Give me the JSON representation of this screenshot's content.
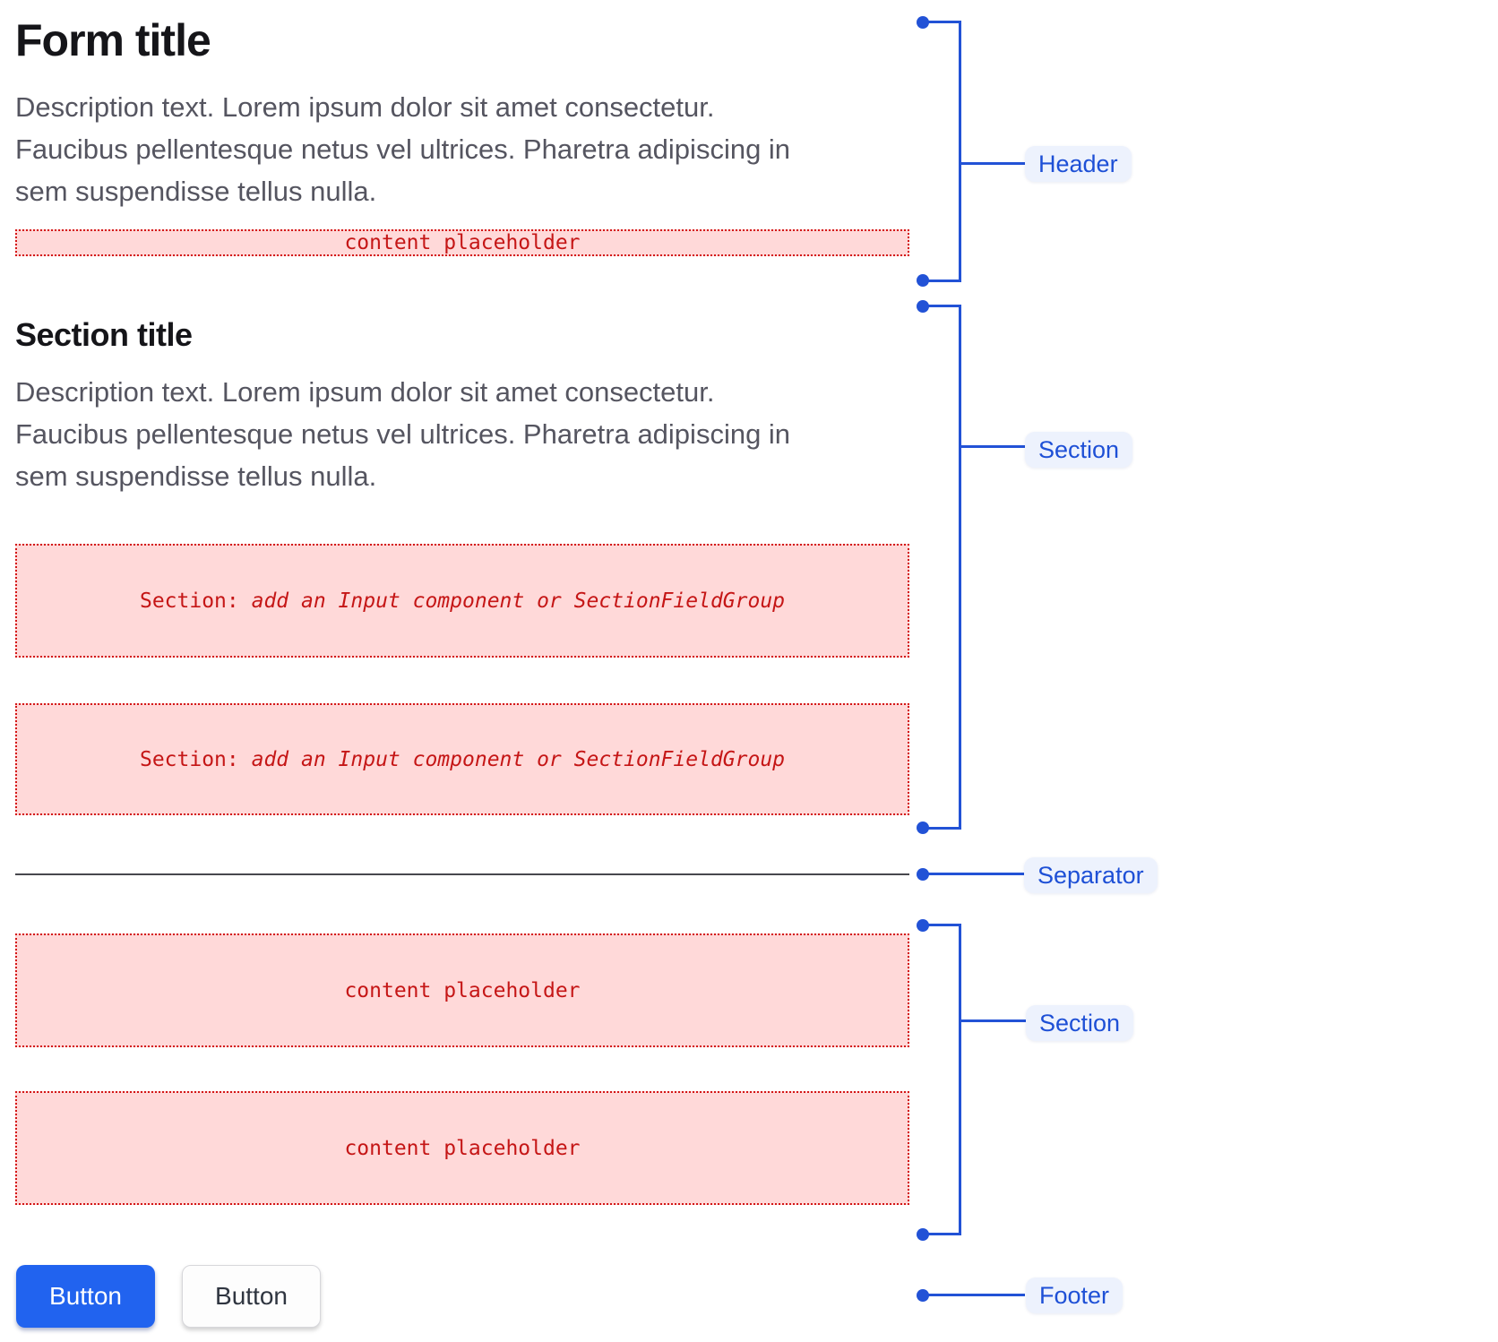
{
  "theme": {
    "accent_blue": "#2252d6",
    "label_bg": "#edf2fd",
    "label_text": "#1e50d6",
    "red_border": "#d31616",
    "red_text": "#c51616",
    "pink_bg": "#ffd9d9",
    "title_color": "#151519",
    "desc_color": "#555560",
    "separator_color": "#47474d",
    "btn_primary_bg": "#2163ef",
    "btn_primary_text": "#ffffff",
    "btn_secondary_bg": "#fdfdfd",
    "btn_secondary_text": "#2f3540",
    "btn_secondary_border": "#d7d7db"
  },
  "form": {
    "title": "Form title",
    "description": "Description text. Lorem ipsum dolor sit amet consectetur.\nFaucibus pellentesque netus vel ultrices. Pharetra adipiscing in\nsem suspendisse tellus nulla.",
    "header_placeholder": "content placeholder",
    "section": {
      "title": "Section title",
      "description": "Description text. Lorem ipsum dolor sit amet consectetur.\nFaucibus pellentesque netus vel ultrices. Pharetra adipiscing in\nsem suspendisse tellus nulla.",
      "placeholder_prefix": "Section:",
      "placeholder_suffix": " add an Input component or SectionFieldGroup"
    },
    "section2": {
      "placeholder1": "content placeholder",
      "placeholder2": "content placeholder"
    },
    "footer": {
      "primary_button": "Button",
      "secondary_button": "Button"
    }
  },
  "annotations": {
    "header_label": "Header",
    "section1_label": "Section",
    "separator_label": "Separator",
    "section2_label": "Section",
    "footer_label": "Footer"
  }
}
